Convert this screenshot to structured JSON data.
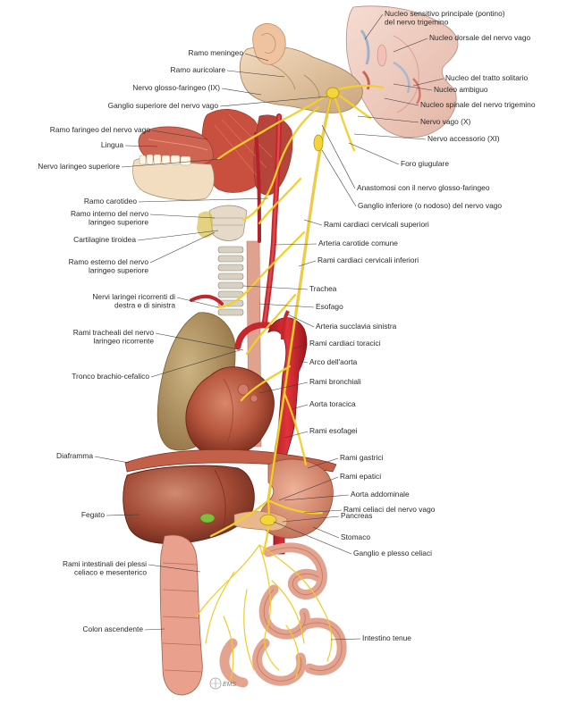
{
  "labels": [
    {
      "id": "nucleo-sensitivo",
      "lines": [
        "Nucleo sensitivo principale (pontino)",
        "del nervo trigemino"
      ]
    },
    {
      "id": "ramo-meningeo",
      "lines": [
        "Ramo meningeo"
      ]
    },
    {
      "id": "nucleo-dorsale",
      "lines": [
        "Nucleo dorsale del nervo vago"
      ]
    },
    {
      "id": "ramo-auricolare",
      "lines": [
        "Ramo auricolare"
      ]
    },
    {
      "id": "nucleo-tratto-solitario",
      "lines": [
        "Nucleo del tratto solitario"
      ]
    },
    {
      "id": "nervo-glossofaringeo",
      "lines": [
        "Nervo glosso-faringeo (IX)"
      ]
    },
    {
      "id": "nucleo-ambiguo",
      "lines": [
        "Nucleo ambiguo"
      ]
    },
    {
      "id": "ganglio-superiore",
      "lines": [
        "Ganglio superiore del nervo vago"
      ]
    },
    {
      "id": "nucleo-spinale",
      "lines": [
        "Nucleo spinale del nervo trigemino"
      ]
    },
    {
      "id": "nervo-vago",
      "lines": [
        "Nervo vago (X)"
      ]
    },
    {
      "id": "ramo-faringeo",
      "lines": [
        "Ramo faringeo del nervo vago"
      ]
    },
    {
      "id": "lingua",
      "lines": [
        "Lingua"
      ]
    },
    {
      "id": "nervo-accessorio",
      "lines": [
        "Nervo accessorio (XI)"
      ]
    },
    {
      "id": "foro-giugulare",
      "lines": [
        "Foro giugulare"
      ]
    },
    {
      "id": "nervo-laringeo-superiore",
      "lines": [
        "Nervo laringeo superiore"
      ]
    },
    {
      "id": "anastomosi",
      "lines": [
        "Anastomosi con il nervo glosso-faringeo"
      ]
    },
    {
      "id": "ramo-carotideo",
      "lines": [
        "Ramo carotideo"
      ]
    },
    {
      "id": "ganglio-inferiore",
      "lines": [
        "Ganglio inferiore (o nodoso) del nervo vago"
      ]
    },
    {
      "id": "ramo-interno",
      "lines": [
        "Ramo interno del nervo",
        "laringeo superiore"
      ]
    },
    {
      "id": "rami-cardiaci-superiori",
      "lines": [
        "Rami cardiaci cervicali superiori"
      ]
    },
    {
      "id": "cartilagine-tiroidea",
      "lines": [
        "Cartilagine tiroidea"
      ]
    },
    {
      "id": "arteria-carotide",
      "lines": [
        "Arteria carotide comune"
      ]
    },
    {
      "id": "ramo-esterno",
      "lines": [
        "Ramo esterno del nervo",
        "laringeo superiore"
      ]
    },
    {
      "id": "rami-cardiaci-inferiori",
      "lines": [
        "Rami cardiaci cervicali inferiori"
      ]
    },
    {
      "id": "trachea",
      "lines": [
        "Trachea"
      ]
    },
    {
      "id": "nervi-laringei-ricorrenti",
      "lines": [
        "Nervi laringei ricorrenti di",
        "destra e di sinistra"
      ]
    },
    {
      "id": "esofago",
      "lines": [
        "Esofago"
      ]
    },
    {
      "id": "arteria-succlavia",
      "lines": [
        "Arteria succlavia sinistra"
      ]
    },
    {
      "id": "rami-tracheali",
      "lines": [
        "Rami tracheali del nervo",
        "laringeo ricorrente"
      ]
    },
    {
      "id": "rami-cardiaci-toracici",
      "lines": [
        "Rami cardiaci toracici"
      ]
    },
    {
      "id": "arco-aorta",
      "lines": [
        "Arco dell'aorta"
      ]
    },
    {
      "id": "tronco-brachio",
      "lines": [
        "Tronco brachio-cefalico"
      ]
    },
    {
      "id": "rami-bronchiali",
      "lines": [
        "Rami bronchiali"
      ]
    },
    {
      "id": "aorta-toracica",
      "lines": [
        "Aorta toracica"
      ]
    },
    {
      "id": "rami-esofagei",
      "lines": [
        "Rami esofagei"
      ]
    },
    {
      "id": "diaframma",
      "lines": [
        "Diaframma"
      ]
    },
    {
      "id": "rami-gastrici",
      "lines": [
        "Rami gastrici"
      ]
    },
    {
      "id": "rami-epatici",
      "lines": [
        "Rami epatici"
      ]
    },
    {
      "id": "aorta-addominale",
      "lines": [
        "Aorta addominale"
      ]
    },
    {
      "id": "rami-celiaci",
      "lines": [
        "Rami celiaci del nervo vago"
      ]
    },
    {
      "id": "fegato",
      "lines": [
        "Fegato"
      ]
    },
    {
      "id": "pancreas",
      "lines": [
        "Pancreas"
      ]
    },
    {
      "id": "stomaco",
      "lines": [
        "Stomaco"
      ]
    },
    {
      "id": "ganglio-plesso",
      "lines": [
        "Ganglio e plesso celiaci"
      ]
    },
    {
      "id": "rami-intestinali",
      "lines": [
        "Rami intestinali dei plessi",
        "celiaco e mesenterico"
      ]
    },
    {
      "id": "colon",
      "lines": [
        "Colon ascendente"
      ]
    },
    {
      "id": "intestino-tenue",
      "lines": [
        "Intestino tenue"
      ]
    }
  ],
  "logo": "EMS"
}
